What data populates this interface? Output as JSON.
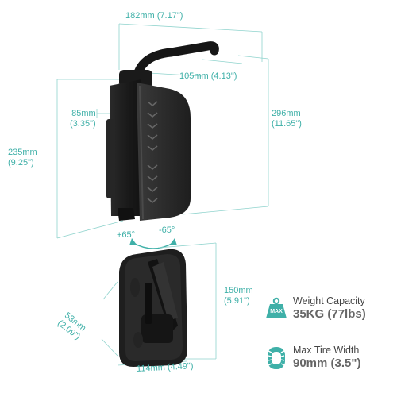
{
  "colors": {
    "accent": "#3fb0a8",
    "product": "#1c1c1c",
    "text": "#444444"
  },
  "dimensions": {
    "top_width": {
      "mm": "182mm",
      "in": "(7.17\")"
    },
    "hook_depth": {
      "mm": "105mm",
      "in": "(4.13\")"
    },
    "total_height": {
      "mm": "296mm",
      "in": "(11.65\")"
    },
    "body_width": {
      "mm": "85mm",
      "in": "(3.35\")"
    },
    "body_height": {
      "mm": "235mm",
      "in": "(9.25\")"
    },
    "rotation_left": "+65°",
    "rotation_right": "-65°",
    "plate_height": {
      "mm": "150mm",
      "in": "(5.91\")"
    },
    "plate_depth": {
      "mm": "53mm",
      "in": "(2.09\")"
    },
    "plate_width": {
      "mm": "114mm",
      "in": "(4.49\")"
    }
  },
  "specs": [
    {
      "icon": "weight-icon",
      "icon_text": "MAX",
      "label": "Weight Capacity",
      "value": "35KG (77lbs)"
    },
    {
      "icon": "tire-icon",
      "label": "Max Tire Width",
      "value": "90mm (3.5\")"
    }
  ]
}
